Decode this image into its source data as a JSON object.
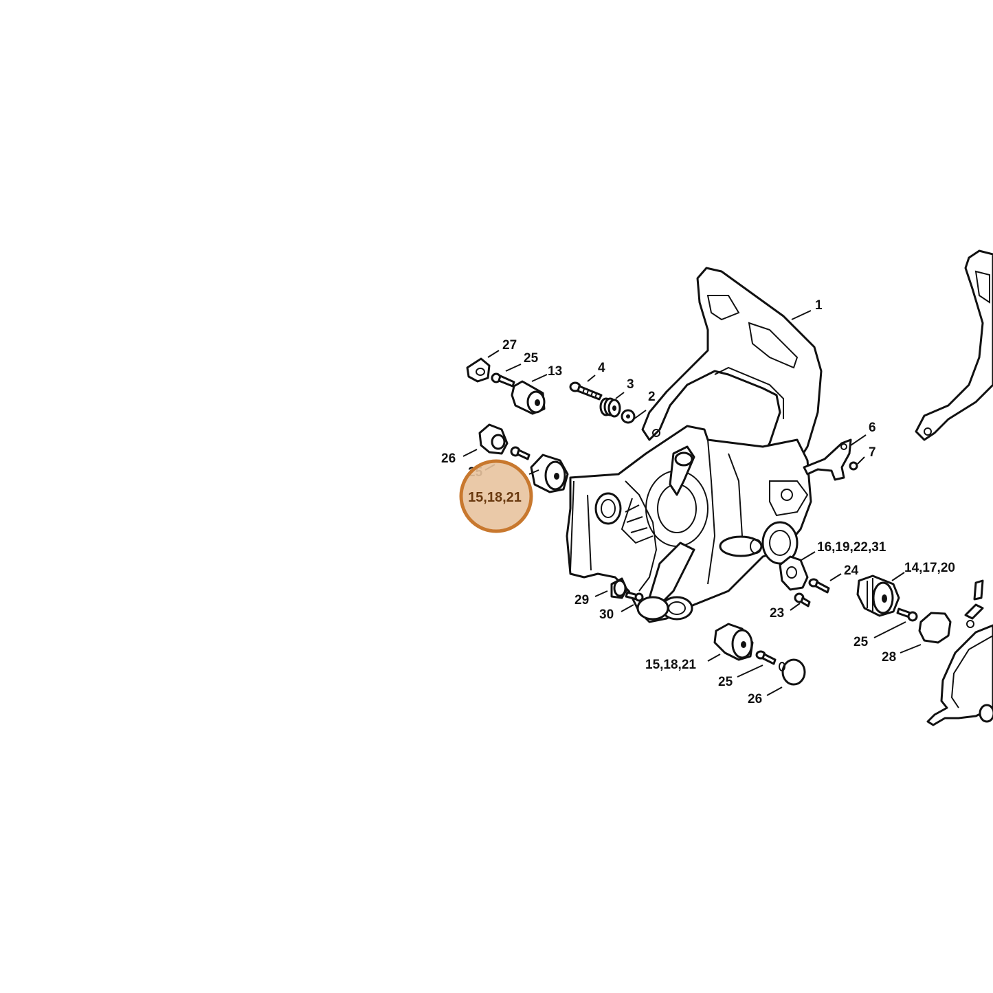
{
  "highlight": {
    "label": "15,18,21",
    "fill": "#e8c39e",
    "stroke": "#c8782e",
    "text_color": "#6a3a10"
  },
  "callouts": {
    "c1": "1",
    "c2": "2",
    "c3": "3",
    "c4": "4",
    "c6": "6",
    "c7": "7",
    "c13": "13",
    "c25a": "25",
    "c27": "27",
    "c26a": "26",
    "c25b": "25",
    "c29": "29",
    "c30": "30",
    "c161922_31": "16,19,22,31",
    "c24": "24",
    "c23": "23",
    "c141720": "14,17,20",
    "c25c": "25",
    "c28": "28",
    "c151821": "15,18,21",
    "c25d": "25",
    "c26b": "26"
  }
}
